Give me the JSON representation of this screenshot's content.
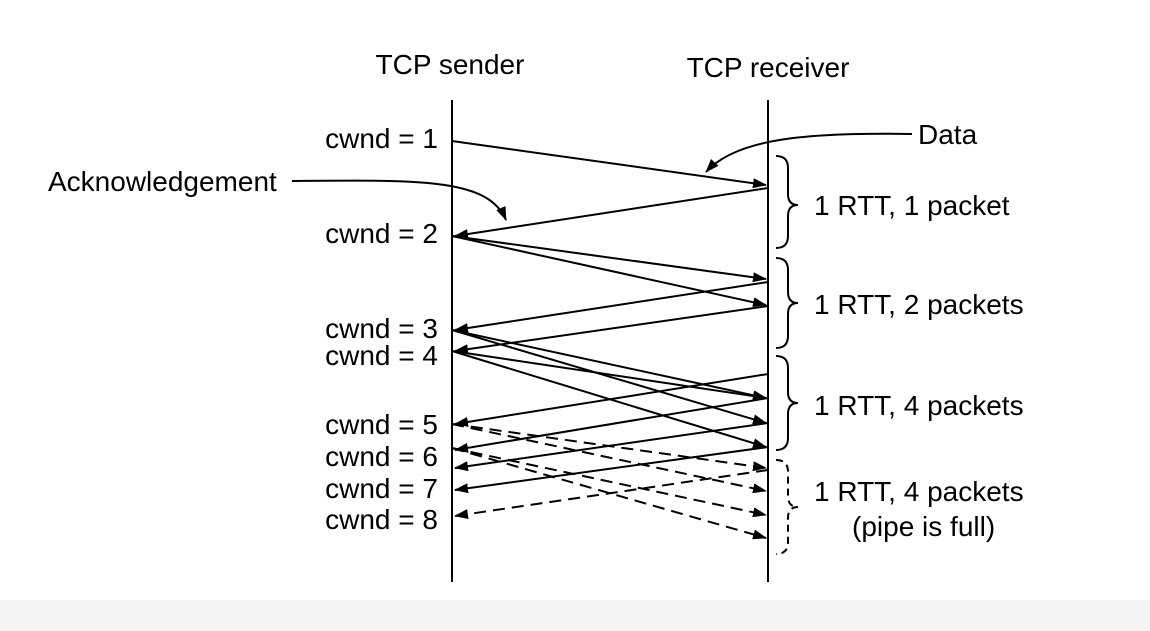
{
  "diagram": {
    "sender_label": "TCP sender",
    "receiver_label": "TCP receiver",
    "data_label": "Data",
    "ack_label": "Acknowledgement",
    "cwnd_labels": [
      "cwnd = 1",
      "cwnd = 2",
      "cwnd = 3",
      "cwnd = 4",
      "cwnd = 5",
      "cwnd = 6",
      "cwnd = 7",
      "cwnd = 8"
    ],
    "rtt_labels": [
      "1 RTT, 1 packet",
      "1 RTT, 2 packets",
      "1 RTT, 4 packets",
      "1 RTT, 4 packets"
    ],
    "pipe_note": "(pipe is full)"
  }
}
